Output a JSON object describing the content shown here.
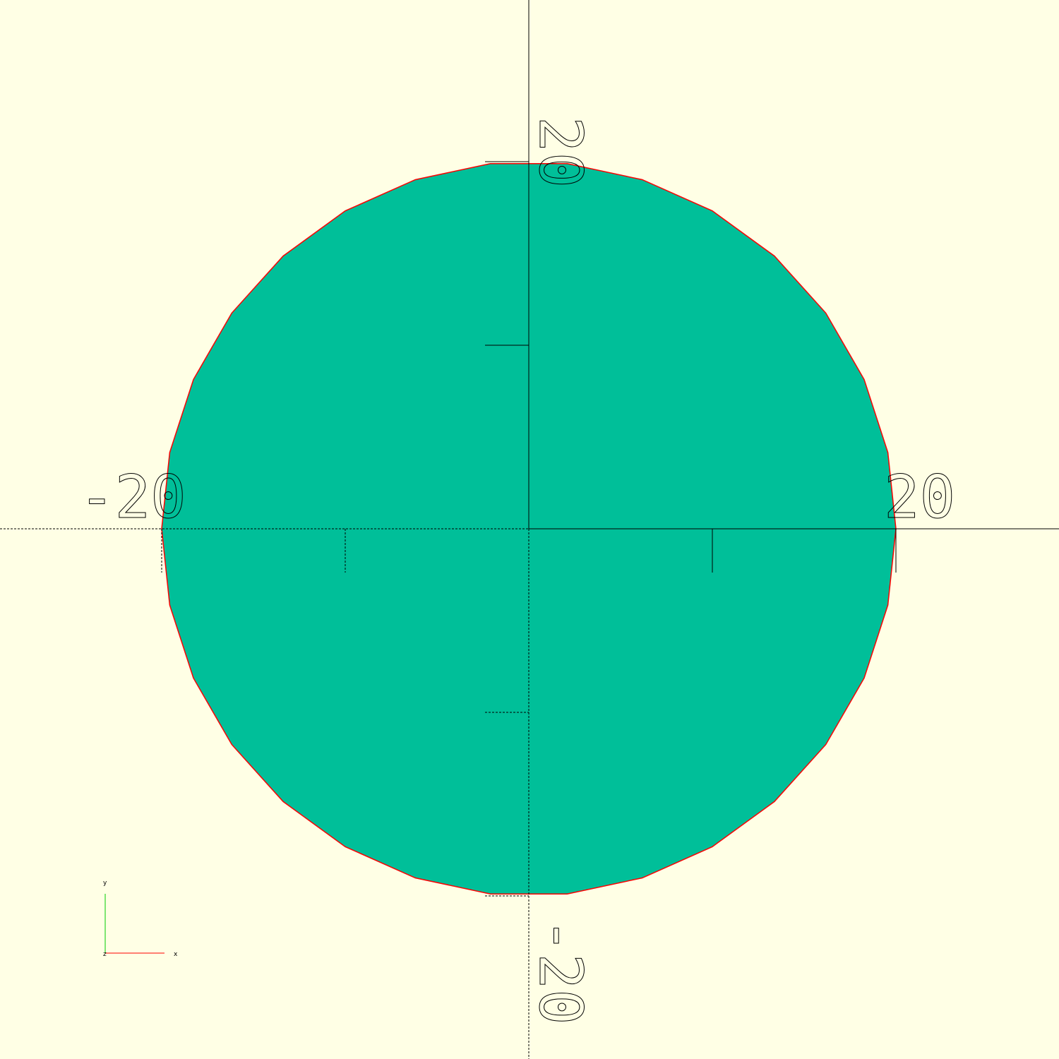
{
  "viewport": {
    "background": "#ffffe5",
    "shape_fill": "#00bf99",
    "shape_edge": "#ff0000",
    "axis_color": "#000000",
    "shape": "circle",
    "radius": 20,
    "segments": 30,
    "tick_step": 10
  },
  "axis_labels": {
    "top": "20",
    "right": "20",
    "left": "-20",
    "bottom": "-20"
  },
  "axes_gizmo": {
    "x_label": "x",
    "y_label": "y",
    "z_label": "z",
    "x_color": "#ff0000",
    "y_color": "#00cc00"
  }
}
